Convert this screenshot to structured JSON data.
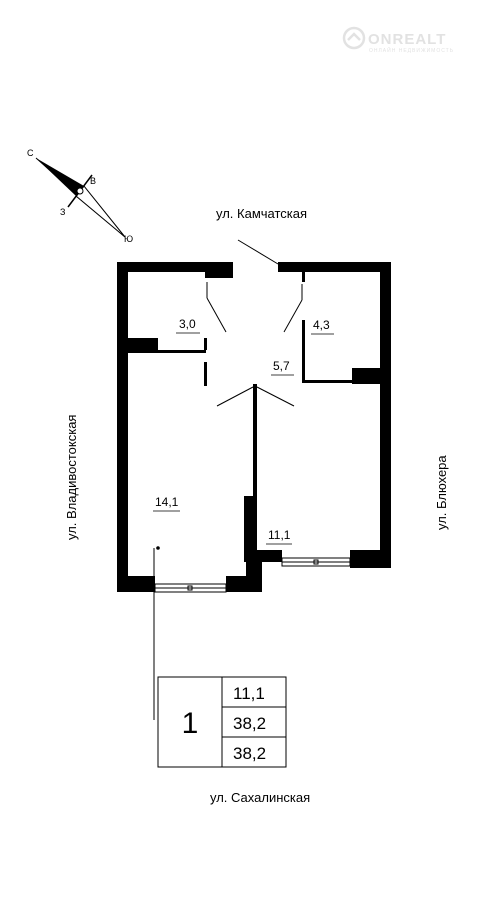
{
  "logo": {
    "name": "ONREALT",
    "tagline": "ОНЛАЙН НЕДВИЖИМОСТЬ"
  },
  "compass": {
    "north": "С",
    "east": "В",
    "west": "З",
    "south": "Ю"
  },
  "streets": {
    "top": "ул. Камчатская",
    "left": "ул. Владивостокская",
    "right": "ул. Блюхера",
    "bottom": "ул. Сахалинская"
  },
  "rooms": {
    "bathroom": "3,0",
    "kitchen_small": "4,3",
    "hall": "5,7",
    "living_room": "14,1",
    "kitchen": "11,1"
  },
  "summary": {
    "rooms_count": "1",
    "values": [
      "11,1",
      "38,2",
      "38,2"
    ]
  },
  "colors": {
    "wall": "#000000",
    "background": "#ffffff",
    "logo": "#e2e2e2"
  }
}
